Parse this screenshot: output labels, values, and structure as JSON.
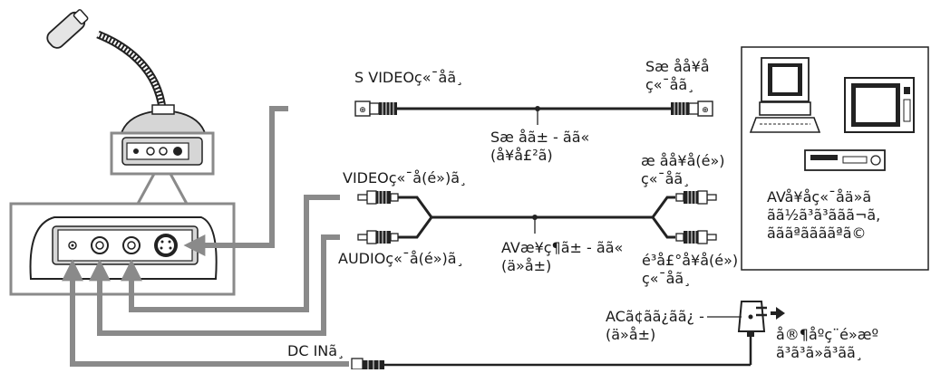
{
  "labels": {
    "svideo_terminal": "S VIDEOç«¯å­ã¸",
    "s_input_terminal": "Sæ åå¥å\nç«¯å­ã¸",
    "s_cable": "Sæ åã± - ãã«\n(å¥å£²ã)",
    "video_terminal": "VIDEOç«¯å­(é»)ã¸",
    "video_input_terminal": "æ åå¥å(é»)\nç«¯å­ã¸",
    "audio_terminal": "AUDIOç«¯å­(é»)ã¸",
    "av_cable": "AVæ¥ç¶ã± - ãã«\n(ä»å±)",
    "audio_input_terminal": "é³å£°å¥å(é»)\nç«¯å­ã¸",
    "av_devices": "AVå¥åç«¯å­ä»ã\nãã½ã³ã³ããã¬ã,\nãããªããã­ãªã©",
    "ac_adapter": "ACã¢ãã¿ãã¿ -\n(ä»å±)",
    "power_outlet": "å®¶åºç¨é»æº\nã³ã³ã»ã³ãã¸",
    "dc_in": "DC INã¸"
  }
}
